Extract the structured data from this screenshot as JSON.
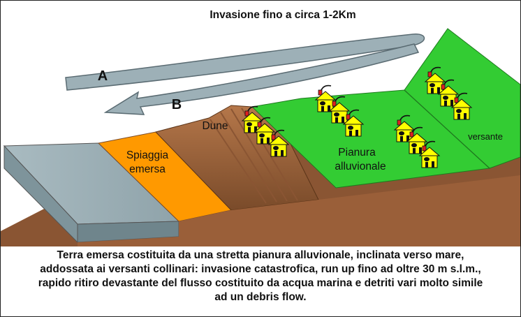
{
  "title": "Invasione fino a circa 1-2Km",
  "arrow_a_label": "A",
  "arrow_b_label": "B",
  "zones": {
    "beach": [
      "Spiaggia",
      "emersa"
    ],
    "dunes": "Dune",
    "plain": [
      "Pianura",
      "alluvionale"
    ],
    "slope": "versante"
  },
  "caption": [
    "Terra emersa costituita da una stretta pianura alluvionale, inclinata verso mare,",
    "addossata ai versanti collinari: invasione catastrofica, run up fino ad oltre 30 m s.l.m.,",
    "rapido ritiro devastante del flusso costituito da acqua marina e detriti vari molto simile",
    "ad un debris flow."
  ],
  "colors": {
    "sea": "#9db0b7",
    "beach": "#ff9900",
    "ground": "#b5774a",
    "ground_dark": "#7a4b2a",
    "plain": "#33cc33",
    "house": "#ffff00",
    "arrow": "#9db0b7"
  }
}
